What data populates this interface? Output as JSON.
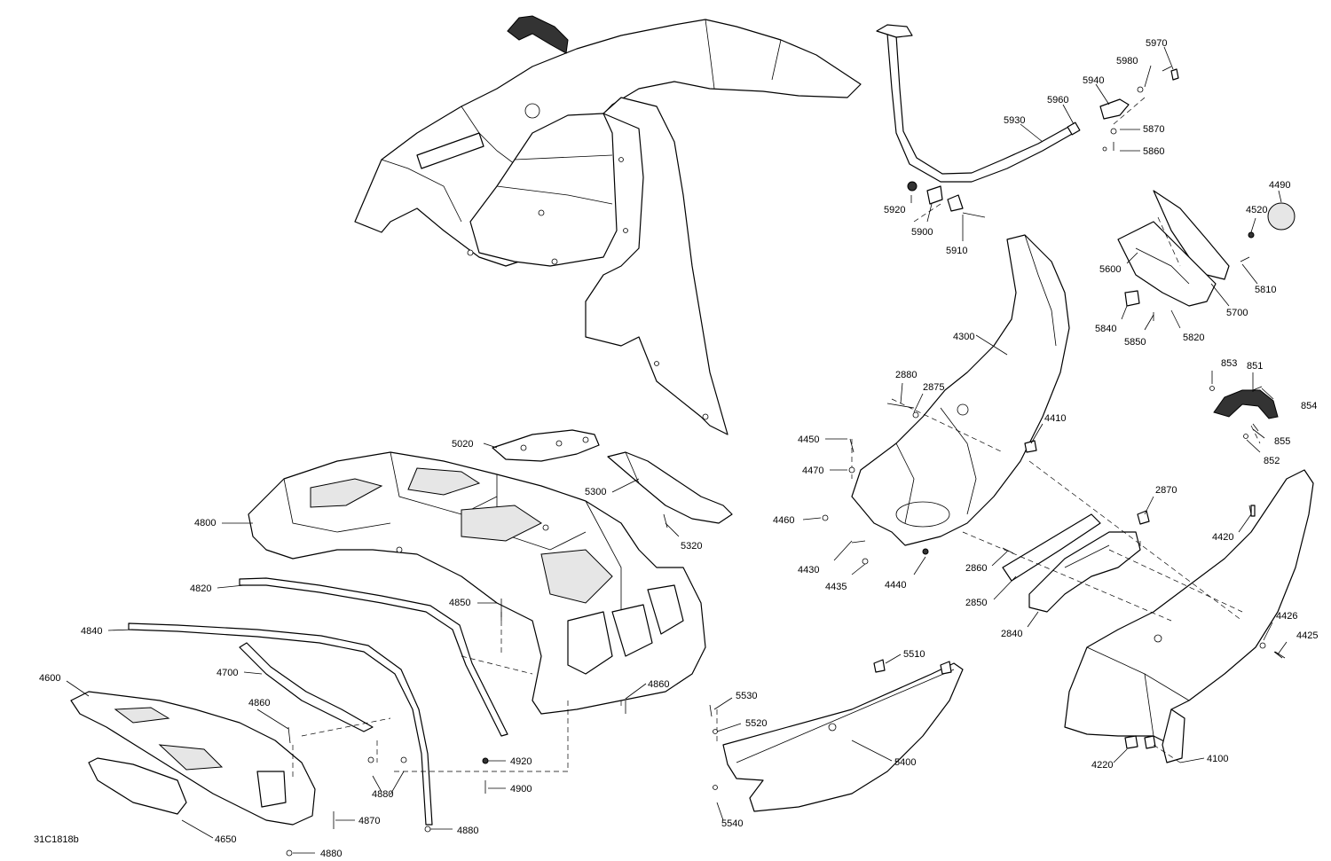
{
  "drawing": {
    "reference": "31C1818b"
  },
  "callouts": [
    {
      "id": "c5970",
      "text": "5970"
    },
    {
      "id": "c5980",
      "text": "5980"
    },
    {
      "id": "c5940",
      "text": "5940"
    },
    {
      "id": "c5960",
      "text": "5960"
    },
    {
      "id": "c5930",
      "text": "5930"
    },
    {
      "id": "c5870",
      "text": "5870"
    },
    {
      "id": "c5860",
      "text": "5860"
    },
    {
      "id": "c5920",
      "text": "5920"
    },
    {
      "id": "c5900",
      "text": "5900"
    },
    {
      "id": "c5910",
      "text": "5910"
    },
    {
      "id": "c4490",
      "text": "4490"
    },
    {
      "id": "c4520",
      "text": "4520"
    },
    {
      "id": "c5600",
      "text": "5600"
    },
    {
      "id": "c5810",
      "text": "5810"
    },
    {
      "id": "c5700",
      "text": "5700"
    },
    {
      "id": "c5840",
      "text": "5840"
    },
    {
      "id": "c5850",
      "text": "5850"
    },
    {
      "id": "c5820",
      "text": "5820"
    },
    {
      "id": "c4300",
      "text": "4300"
    },
    {
      "id": "c853",
      "text": "853"
    },
    {
      "id": "c851",
      "text": "851"
    },
    {
      "id": "c854",
      "text": "854"
    },
    {
      "id": "c855",
      "text": "855"
    },
    {
      "id": "c852",
      "text": "852"
    },
    {
      "id": "c2880",
      "text": "2880"
    },
    {
      "id": "c2875",
      "text": "2875"
    },
    {
      "id": "c4410",
      "text": "4410"
    },
    {
      "id": "c4450",
      "text": "4450"
    },
    {
      "id": "c4470",
      "text": "4470"
    },
    {
      "id": "c4460",
      "text": "4460"
    },
    {
      "id": "c4430",
      "text": "4430"
    },
    {
      "id": "c4435",
      "text": "4435"
    },
    {
      "id": "c4440",
      "text": "4440"
    },
    {
      "id": "c2870",
      "text": "2870"
    },
    {
      "id": "c2860",
      "text": "2860"
    },
    {
      "id": "c2850",
      "text": "2850"
    },
    {
      "id": "c2840",
      "text": "2840"
    },
    {
      "id": "c4420",
      "text": "4420"
    },
    {
      "id": "c4426",
      "text": "4426"
    },
    {
      "id": "c4425",
      "text": "4425"
    },
    {
      "id": "c5020",
      "text": "5020"
    },
    {
      "id": "c5300",
      "text": "5300"
    },
    {
      "id": "c5320",
      "text": "5320"
    },
    {
      "id": "c4800",
      "text": "4800"
    },
    {
      "id": "c4820",
      "text": "4820"
    },
    {
      "id": "c4850",
      "text": "4850"
    },
    {
      "id": "c4840",
      "text": "4840"
    },
    {
      "id": "c4700",
      "text": "4700"
    },
    {
      "id": "c4600",
      "text": "4600"
    },
    {
      "id": "c4860a",
      "text": "4860"
    },
    {
      "id": "c4860b",
      "text": "4860"
    },
    {
      "id": "c4920",
      "text": "4920"
    },
    {
      "id": "c4900",
      "text": "4900"
    },
    {
      "id": "c4880a",
      "text": "4880"
    },
    {
      "id": "c4870",
      "text": "4870"
    },
    {
      "id": "c4880b",
      "text": "4880"
    },
    {
      "id": "c4880c",
      "text": "4880"
    },
    {
      "id": "c4650",
      "text": "4650"
    },
    {
      "id": "c5510",
      "text": "5510"
    },
    {
      "id": "c5530",
      "text": "5530"
    },
    {
      "id": "c5520",
      "text": "5520"
    },
    {
      "id": "c5400",
      "text": "5400"
    },
    {
      "id": "c5540",
      "text": "5540"
    },
    {
      "id": "c4220",
      "text": "4220"
    },
    {
      "id": "c4100",
      "text": "4100"
    }
  ]
}
